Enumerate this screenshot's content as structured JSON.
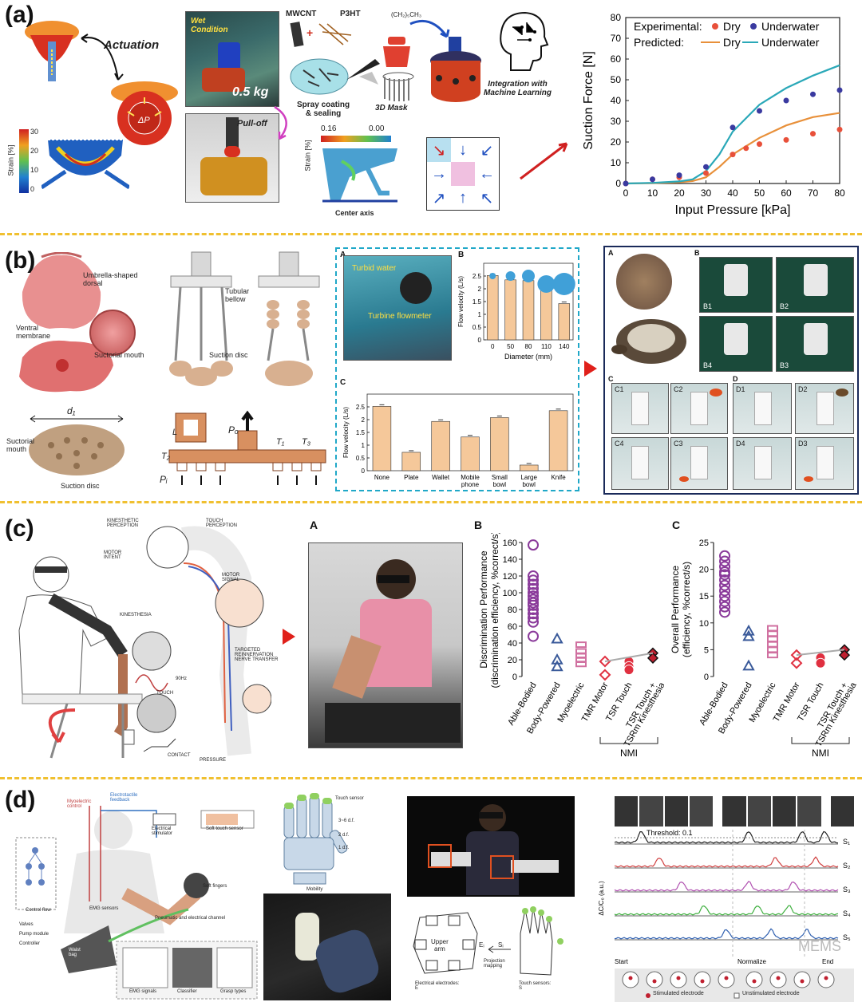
{
  "panels": {
    "a": {
      "letter": "(a)",
      "labels": {
        "actuation": "Actuation",
        "delta_p": "ΔP",
        "strain_axis": "Strain [%]",
        "strain_ticks": [
          "30",
          "20",
          "10",
          "0"
        ],
        "wet_condition": "Wet\nCondition",
        "weight": "0.5 kg",
        "pull_off": "Pull-off",
        "mwcnt": "MWCNT",
        "p3ht": "P3HT",
        "p3ht_formula": "(CH₂)₅CH₃",
        "spray_coating": "Spray coating\n& sealing",
        "mask_3d": "3D Mask",
        "integration_ml": "Integration with\nMachine Learning",
        "strain_range_hi": "0.16",
        "strain_range_lo": "0.00",
        "center_axis": "Center axis"
      },
      "chart_data": {
        "type": "line",
        "title": "",
        "xlabel": "Input Pressure [kPa]",
        "ylabel": "Suction Force [N]",
        "xlim": [
          0,
          80
        ],
        "ylim": [
          0,
          80
        ],
        "xticks": [
          0,
          10,
          20,
          30,
          40,
          50,
          60,
          70,
          80
        ],
        "yticks": [
          0,
          10,
          20,
          30,
          40,
          50,
          60,
          70,
          80
        ],
        "legend": {
          "experimental_label": "Experimental:",
          "predicted_label": "Predicted:",
          "dry": "Dry",
          "underwater": "Underwater"
        },
        "series": [
          {
            "name": "Dry",
            "kind": "experimental",
            "color": "#e8503a",
            "x": [
              0,
              10,
              20,
              30,
              40,
              45,
              50,
              60,
              70,
              80
            ],
            "y": [
              0,
              2,
              3,
              5,
              14,
              17,
              19,
              21,
              24,
              26
            ]
          },
          {
            "name": "Underwater",
            "kind": "experimental",
            "color": "#3a3aa0",
            "x": [
              0,
              10,
              20,
              30,
              40,
              50,
              60,
              70,
              80
            ],
            "y": [
              0,
              2,
              4,
              8,
              27,
              35,
              40,
              43,
              45
            ]
          },
          {
            "name": "Dry",
            "kind": "predicted",
            "color": "#e8903a",
            "x": [
              0,
              10,
              20,
              25,
              30,
              35,
              40,
              50,
              60,
              70,
              80
            ],
            "y": [
              0,
              0.2,
              0.6,
              1.2,
              3,
              8,
              14,
              22,
              28,
              32,
              34
            ]
          },
          {
            "name": "Underwater",
            "kind": "predicted",
            "color": "#2aa8b8",
            "x": [
              0,
              10,
              20,
              25,
              30,
              35,
              40,
              50,
              60,
              70,
              80
            ],
            "y": [
              0,
              0.3,
              1,
              2,
              6,
              14,
              25,
              38,
              46,
              52,
              57
            ]
          }
        ]
      }
    },
    "b": {
      "letter": "(b)",
      "labels": {
        "umbrella": "Umbrella-shaped\ndorsal",
        "ventral": "Ventral\nmembrane",
        "suctorial_mouth": "Suctorial mouth",
        "suctorial_mouth2": "Suctorial\nmouth",
        "suction_disc": "Suction disc",
        "d1": "d₁",
        "tubular_bellow": "Tubular\nbellow",
        "suction_disc2": "Suction disc",
        "L": "L",
        "T2": "T₂",
        "Po": "Pₒ",
        "T1": "T₁",
        "T3": "T₃",
        "Pi": "Pᵢ",
        "sub_A": "A",
        "sub_B": "B",
        "sub_C": "C",
        "turbid_water": "Turbid water",
        "turbine_flowmeter": "Turbine flowmeter",
        "right_A": "A",
        "right_B": "B",
        "right_C": "C",
        "right_D": "D",
        "B1": "B1",
        "B2": "B2",
        "B3": "B3",
        "B4": "B4",
        "C1": "C1",
        "C2": "C2",
        "C3": "C3",
        "C4": "C4",
        "D1": "D1",
        "D2": "D2",
        "D3": "D3",
        "D4": "D4"
      },
      "chart_data": [
        {
          "type": "bar",
          "title": "",
          "xlabel": "Diameter (mm)",
          "ylabel": "Flow velocity (L/s)",
          "categories": [
            "0",
            "50",
            "80",
            "110",
            "140"
          ],
          "values": [
            2.52,
            2.35,
            2.32,
            2.0,
            1.42
          ],
          "ylim": [
            0,
            3
          ],
          "yticks": [
            0,
            0.5,
            1,
            1.5,
            2,
            2.5
          ]
        },
        {
          "type": "bar",
          "title": "",
          "xlabel": "",
          "ylabel": "Flow velocity (L/s)",
          "categories": [
            "None",
            "Plate",
            "Wallet",
            "Mobile\nphone",
            "Small\nbowl",
            "Large\nbowl",
            "Knife"
          ],
          "values": [
            2.52,
            0.72,
            1.93,
            1.32,
            2.08,
            0.22,
            2.35
          ],
          "ylim": [
            0,
            3
          ],
          "yticks": [
            0,
            0.5,
            1,
            1.5,
            2,
            2.5
          ]
        }
      ]
    },
    "c": {
      "letter": "(c)",
      "labels": {
        "kinesthetic": "KINESTHETIC\nPERCEPTION",
        "touch_perception": "TOUCH\nPERCEPTION",
        "motor_intent": "MOTOR\nINTENT",
        "motor_signal": "MOTOR\nSIGNAL",
        "kinesthesia": "KINESTHESIA",
        "targeted": "TARGETED\nREINNERVATION\nNERVE TRANSFER",
        "touch": "TOUCH",
        "contact": "CONTACT",
        "pressure": "PRESSURE",
        "hz": "90Hz",
        "sub_A": "A",
        "sub_B": "B",
        "sub_C": "C"
      },
      "chart_data": [
        {
          "type": "scatter",
          "title": "",
          "ylabel": "Discrimination Performance\n(discrimination efficiency, %correct/s)",
          "categories": [
            "Able-Bodied",
            "Body-Powered",
            "Myoelectric",
            "TMR Motor",
            "TSR Touch",
            "TSR Touch +\nTSRm Kinesthesia"
          ],
          "group_label": "NMI",
          "ylim": [
            0,
            160
          ],
          "yticks": [
            0,
            20,
            40,
            60,
            80,
            100,
            120,
            140,
            160
          ],
          "points": [
            {
              "cat": 0,
              "marker": "circle",
              "color": "#8a3a9a",
              "y": [
                157,
                120,
                115,
                110,
                105,
                100,
                96,
                92,
                88,
                85,
                80,
                75,
                70,
                65,
                48
              ]
            },
            {
              "cat": 1,
              "marker": "triangle",
              "color": "#3a5a9a",
              "y": [
                45,
                20,
                12
              ]
            },
            {
              "cat": 2,
              "marker": "square",
              "color": "#d070a0",
              "y": [
                38,
                30,
                25,
                20,
                15
              ]
            },
            {
              "cat": 3,
              "marker": "diamond",
              "color": "#e03040",
              "y": [
                18,
                2
              ]
            },
            {
              "cat": 4,
              "marker": "circle-filled",
              "color": "#e03040",
              "y": [
                18,
                12,
                8
              ]
            },
            {
              "cat": 5,
              "marker": "diamond-filled",
              "color": "#c02030",
              "y": [
                28,
                22
              ]
            }
          ]
        },
        {
          "type": "scatter",
          "title": "",
          "ylabel": "Overall Performance\n(efficiency, %correct/s)",
          "categories": [
            "Able-Bodied",
            "Body-Powered",
            "Myoelectric",
            "TMR Motor",
            "TSR Touch",
            "TSR Touch +\nTSRm Kinesthesia"
          ],
          "group_label": "NMI",
          "ylim": [
            0,
            25
          ],
          "yticks": [
            0,
            5,
            10,
            15,
            20,
            25
          ],
          "points": [
            {
              "cat": 0,
              "marker": "circle",
              "color": "#8a3a9a",
              "y": [
                22.5,
                21.5,
                20.5,
                19.5,
                19,
                18,
                17,
                16,
                15,
                14,
                13,
                12
              ]
            },
            {
              "cat": 1,
              "marker": "triangle",
              "color": "#3a5a9a",
              "y": [
                8.5,
                7.5,
                2
              ]
            },
            {
              "cat": 2,
              "marker": "square",
              "color": "#d070a0",
              "y": [
                9,
                8,
                7,
                6,
                5,
                4
              ]
            },
            {
              "cat": 3,
              "marker": "diamond",
              "color": "#e03040",
              "y": [
                4,
                2.5
              ]
            },
            {
              "cat": 4,
              "marker": "circle-filled",
              "color": "#e03040",
              "y": [
                3.5,
                2.5
              ]
            },
            {
              "cat": 5,
              "marker": "diamond-filled",
              "color": "#c02030",
              "y": [
                5,
                4
              ]
            }
          ]
        }
      ]
    },
    "d": {
      "letter": "(d)",
      "labels": {
        "myoelectric": "Myoelectric\ncontrol",
        "electrotactile": "Electrotactile\nfeedback",
        "electrical_stim": "Electrical\nstimulator",
        "soft_touch": "Soft touch sensor",
        "soft_fingers": "Soft fingers",
        "emg_sensors": "EMG sensors",
        "pneumatic": "Pneumatic and electrical channel",
        "valves": "Valves",
        "pump": "Pump module",
        "controller": "Controller",
        "waist_bag": "Waist\nbag",
        "control_flow": "Control flow",
        "emg_signals": "EMG signals",
        "classifier": "Classifier",
        "grasp_types": "Grasp types",
        "touch_sensor": "Touch sensor",
        "dof_36": "3~6 d.f.",
        "dof_2": "2 d.f.",
        "dof_1": "1 d.f.",
        "mobility": "Mobility",
        "upper_arm": "Upper\narm",
        "electrical_electrodes": "Electrical electrodes:\nE",
        "projection": "Projection\nmapping",
        "touch_sensors": "Touch sensors:\nS",
        "ei": "Eᵢ",
        "si": "Sᵢ",
        "threshold": "Threshold: 0.1",
        "start": "Start",
        "normalize": "Normalize",
        "end": "End",
        "s1": "S₁",
        "s2": "S₂",
        "s3": "S₃",
        "s4": "S₄",
        "s5": "S₅",
        "ylabel": "ΔC/C₀ (a.u.)",
        "stimulated": "Stimulated electrode",
        "unstimulated": "Unstimulated electrode",
        "watermark": "MEMS"
      },
      "signal_colors": [
        "#222222",
        "#d04040",
        "#b050b0",
        "#40b040",
        "#3060b0"
      ]
    }
  }
}
